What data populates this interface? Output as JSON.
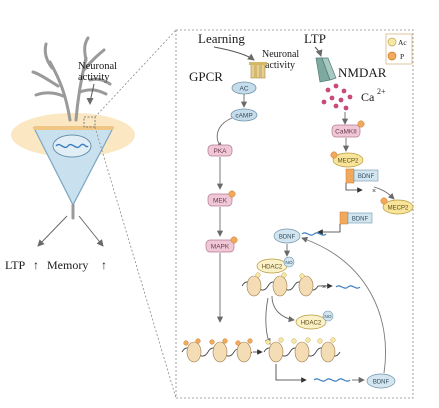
{
  "left": {
    "neuronal_activity": [
      "Neuronal",
      "activity"
    ],
    "outputs": [
      "LTP",
      "Memory"
    ]
  },
  "top": {
    "learning": "Learning",
    "ltp": "LTP",
    "neuronal_activity": [
      "Neuronal",
      "activity"
    ],
    "gpcr": "GPCR",
    "nmdar": "NMDAR",
    "calcium": "Ca",
    "calcium_charge": "2+"
  },
  "legend": {
    "ac": "Ac",
    "p": "P"
  },
  "pathway_left": [
    "AC",
    "cAMP",
    "PKA",
    "MEK",
    "MAPK"
  ],
  "pathway_right": {
    "camkii": "CaMKII",
    "mecp2": "MECP2",
    "bdnf": "BDNF"
  },
  "nucleus": {
    "bdnf_top": "BDNF",
    "hdac2": "HDAC2",
    "no": "NO",
    "bdnf_bottom": "BDNF"
  },
  "colors": {
    "neuron_fill": "#f6d9a8",
    "soma_fill": "#c9e1ef",
    "pathway_fill": "#efc7d6",
    "mecp2_fill": "#f8e49a",
    "bdnf_fill": "#d3e6ef",
    "phospho": "#f2a95c",
    "acetyl": "#f6e8a6",
    "calcium": "#c84a7a",
    "dna": "#3b7cc0",
    "hdac_fill": "#fbf1c9",
    "arrow": "#6a6a6a"
  }
}
